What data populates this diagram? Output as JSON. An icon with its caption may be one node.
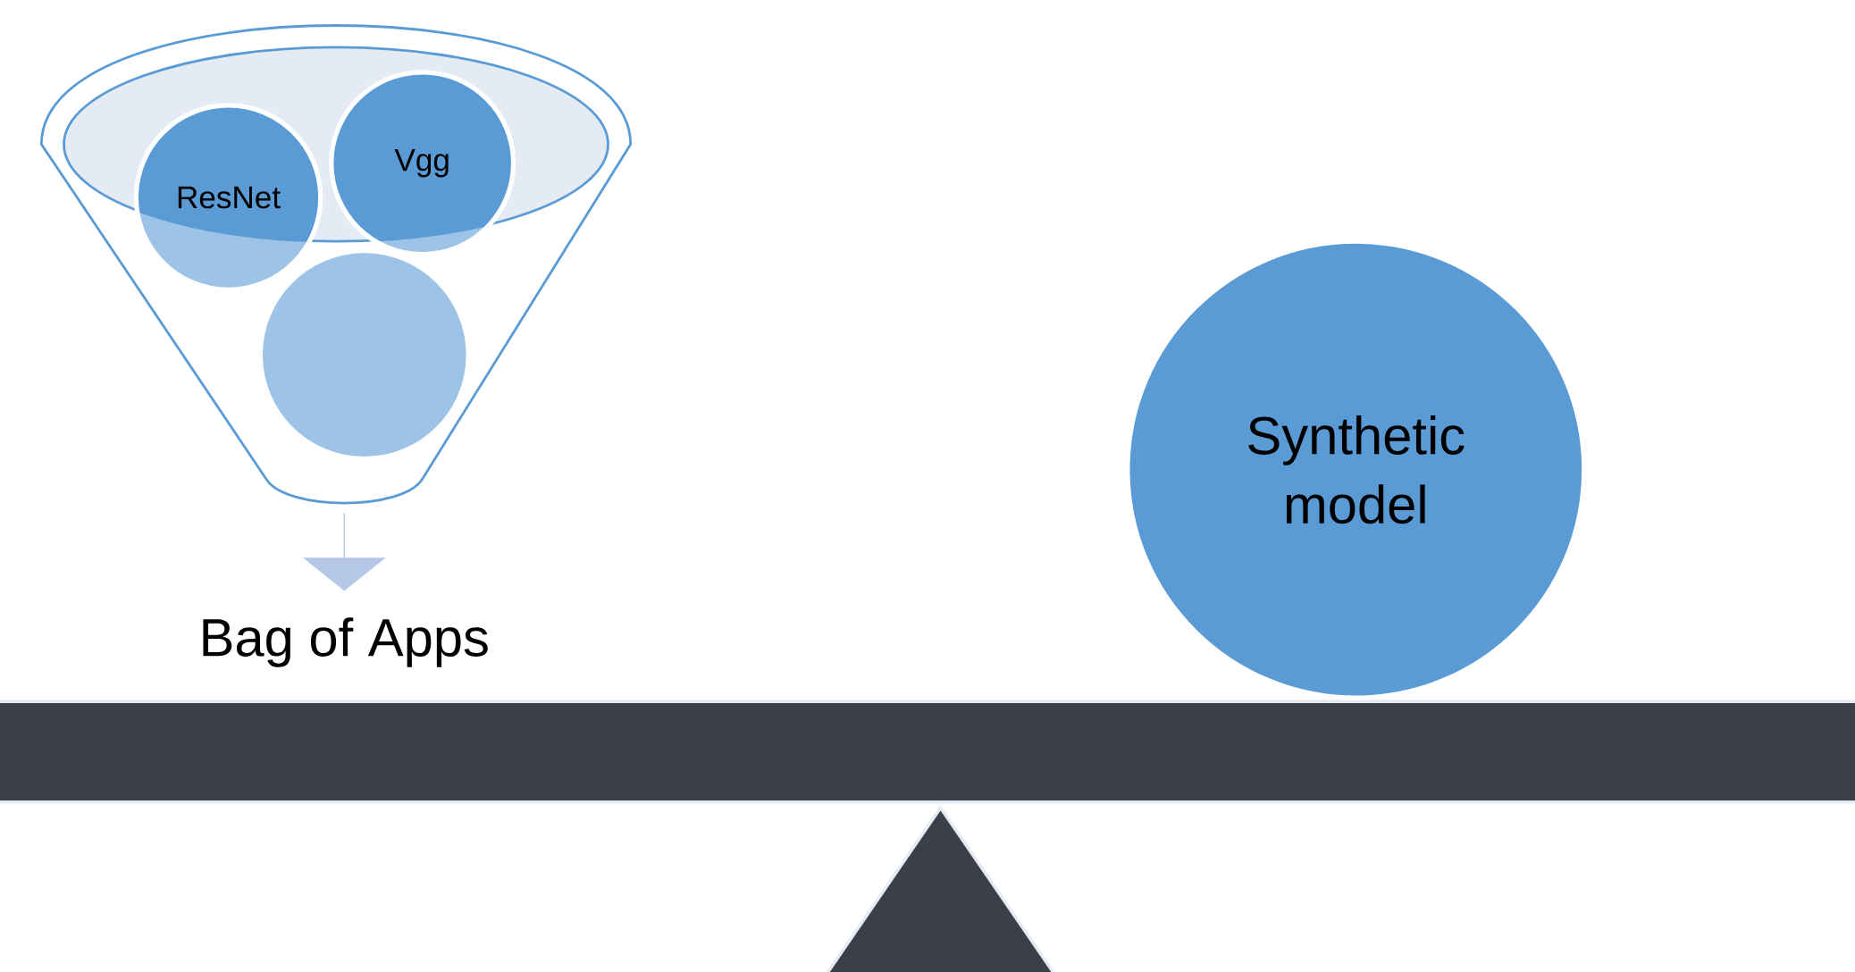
{
  "diagram": {
    "nodes": [
      {
        "text": [],
        "shape": "funnel"
      },
      {
        "text": [
          "ResNet"
        ],
        "in": 0
      },
      {
        "text": [
          "Vgg"
        ],
        "in": 0
      },
      {
        "text": [],
        "shape": "circle",
        "in": 0
      },
      {
        "text": [
          "Bag of Apps"
        ]
      },
      {
        "text": [
          "Synthetic model"
        ]
      }
    ],
    "edges": [
      {
        "from": 0,
        "to": 4,
        "arrow": "to",
        "color": "#b4c7e7"
      }
    ]
  }
}
